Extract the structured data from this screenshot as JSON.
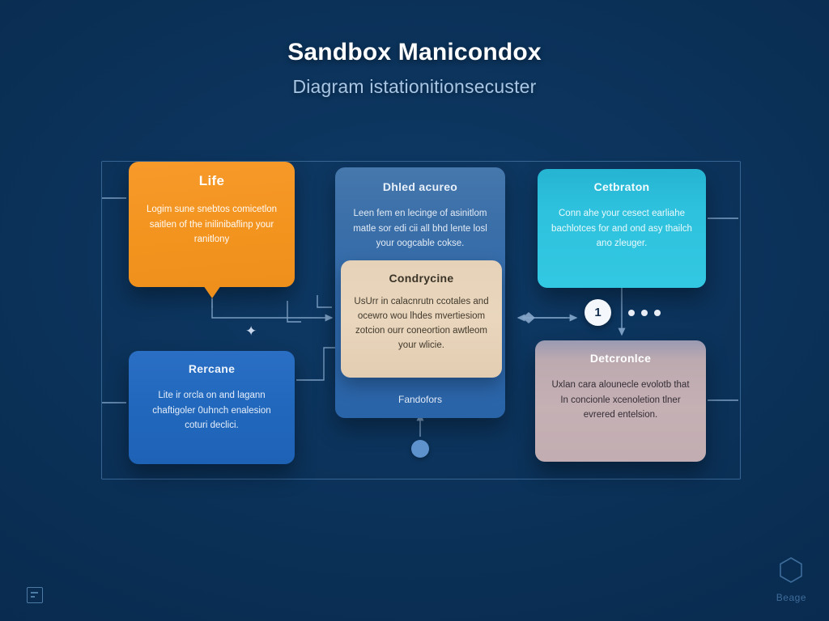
{
  "header": {
    "title": "Sandbox Manicondox",
    "subtitle": "Diagram istationitionsecuster"
  },
  "colors": {
    "background": "#0b3158",
    "frame_border": "#3f6e9e",
    "orange_node": "#ef8f1c",
    "blue_node": "#2e69ad",
    "teal_node": "#2dc1dd",
    "beige_node": "#e6d2b8",
    "deep_blue_node": "#2168bd",
    "mauve_node": "#c5b0b4",
    "connector": "#8fb2d6",
    "title_text": "#ffffff",
    "subtitle_text": "#a9c6e4"
  },
  "nodes": [
    {
      "id": "life",
      "title": "Life",
      "body": "Logim sune snebtos comicetlon saitlen of the inilinibaflinp your ranitlony"
    },
    {
      "id": "dhled",
      "title": "Dhled acureo",
      "body": "Leen fem en lecinge of asinitlom matle sor edi cii all bhd lente losl your oogcable cokse.",
      "footer": "Fandofors"
    },
    {
      "id": "cetbraton",
      "title": "Cetbraton",
      "body": "Conn ahe your cesect earliahe bachlotces for and ond asy thailch ano zleuger."
    },
    {
      "id": "condrycine",
      "title": "Condrycine",
      "body": "UsUrr in calacnrutn ccotales and ocewro wou lhdes mvertiesiom zotcion ourr coneortion awtleom your wlicie."
    },
    {
      "id": "rercane",
      "title": "Rercane",
      "body": "Lite ir orcla on and lagann chaftigoler 0uhnch enalesion coturi declici."
    },
    {
      "id": "detcronlce",
      "title": "Detcronlce",
      "body": "Uxlan cara alounecle evolotb that In concionle xcenoletion tlner evrered entelsion."
    }
  ],
  "decorations": {
    "step_badge": "1",
    "dots_count": 3,
    "sparkle_glyph": "✦"
  },
  "brand": {
    "icon": "hexagon-icon",
    "label": "Beage"
  },
  "corner_icon": "document-icon"
}
